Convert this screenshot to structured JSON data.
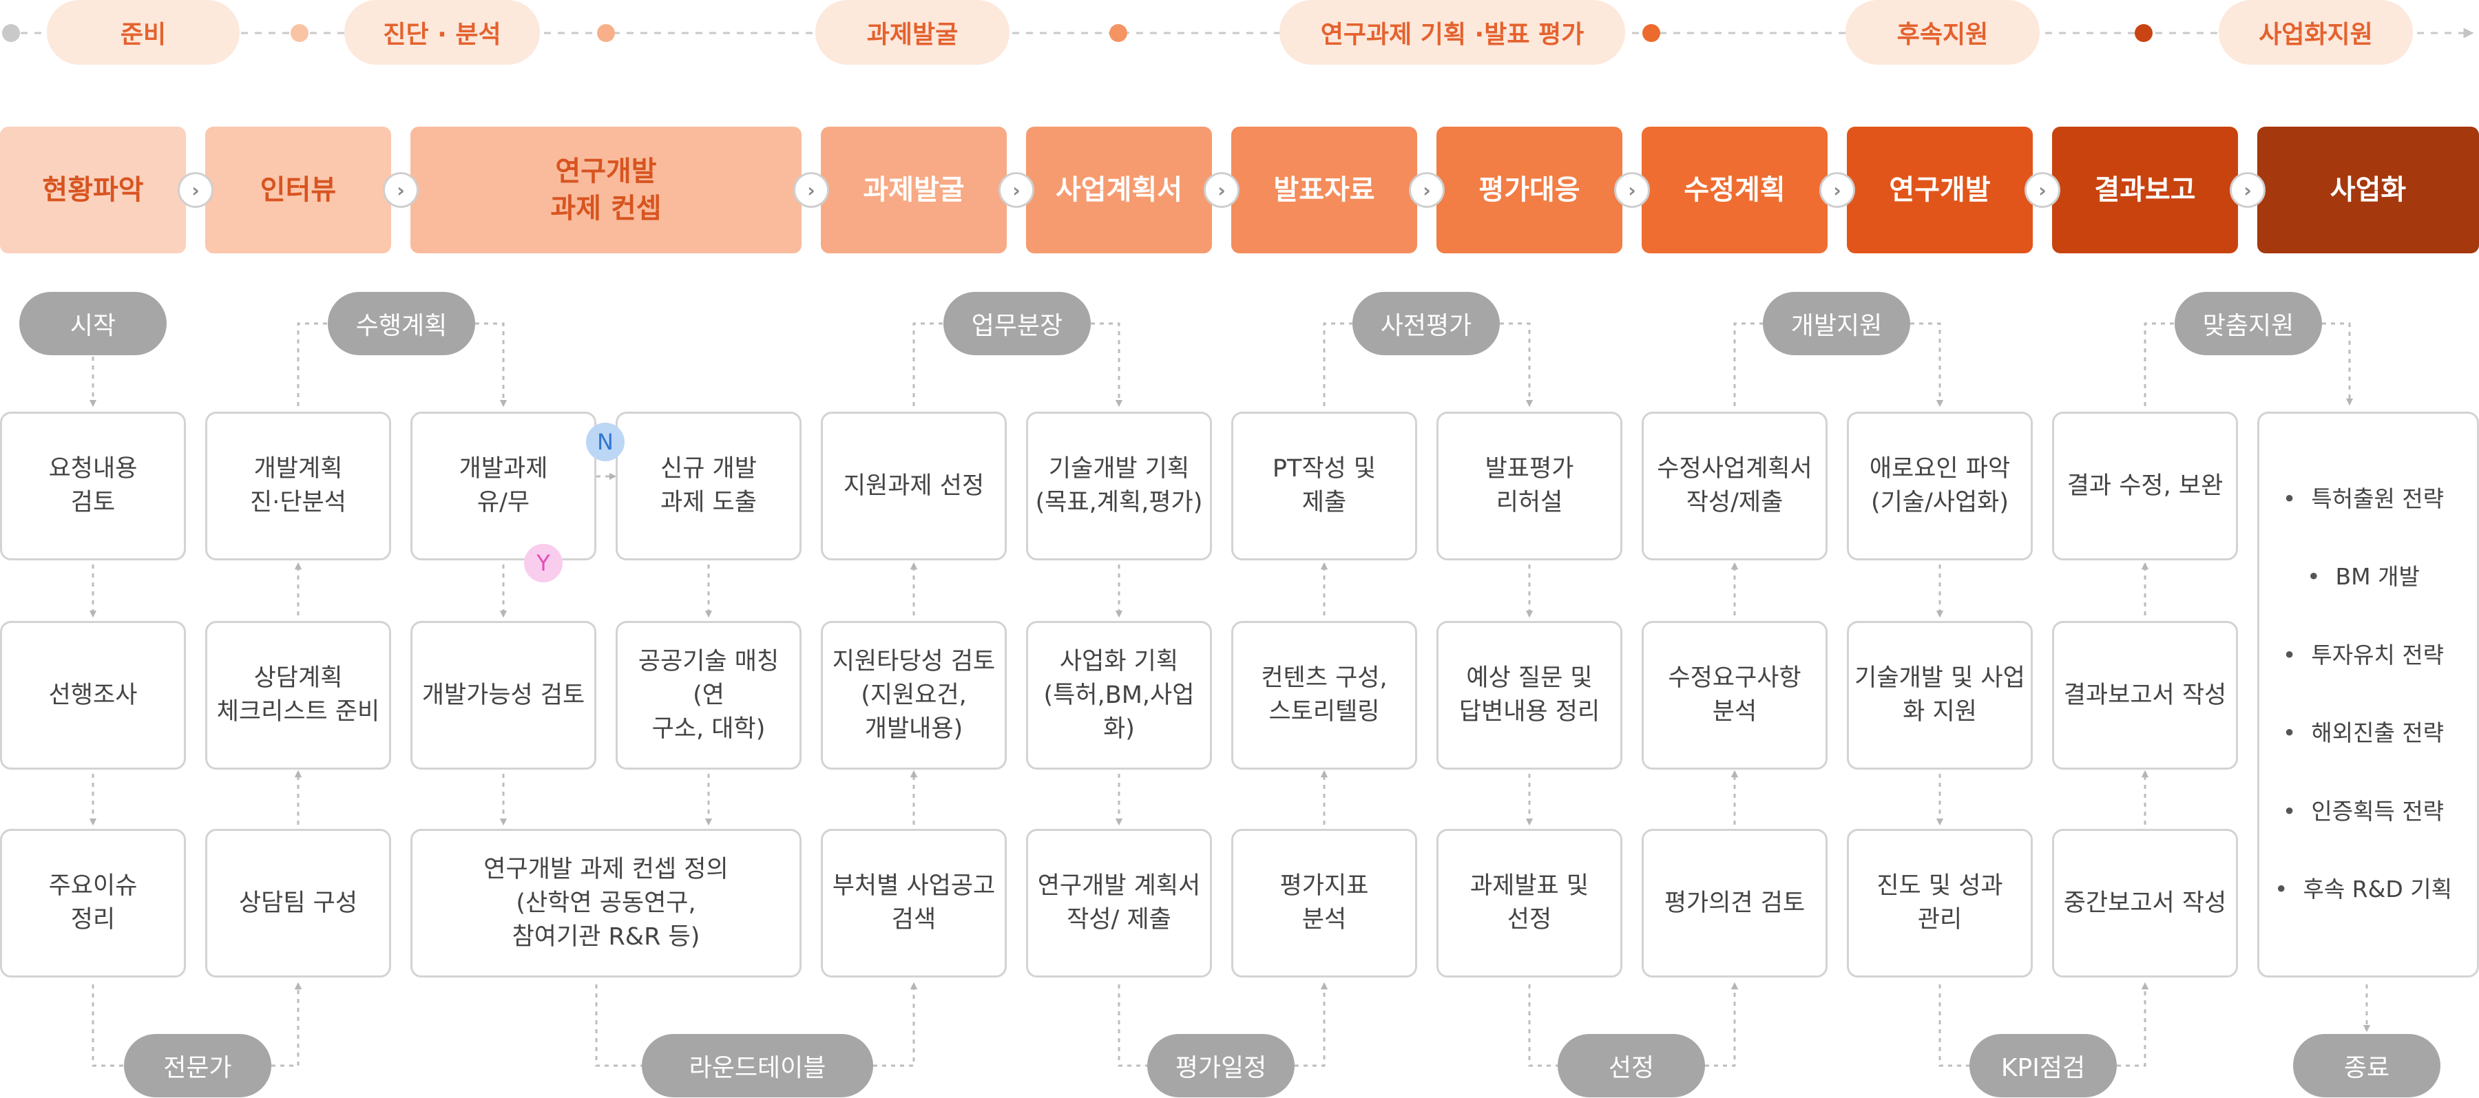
{
  "colors": {
    "phase_pill_bg": "#fde8dc",
    "phase_pill_text": "#e4622e",
    "gray_pill": "#a6a6a6",
    "box_border": "#d3d3d3",
    "connector": "#bdbdbd"
  },
  "phases": [
    "준비",
    "진단 · 분석",
    "과제발굴",
    "연구과제 기획 ·발표 평가",
    "후속지원",
    "사업화지원"
  ],
  "stages": [
    {
      "label": "현황파악",
      "bg": "#fbd2bd",
      "fg": "#d85420"
    },
    {
      "label": "인터뷰",
      "bg": "#fbc7ad",
      "fg": "#d85420"
    },
    {
      "label": "연구개발\n과제 컨셉",
      "bg": "#f9bb9c",
      "fg": "#d85420"
    },
    {
      "label": "과제발굴",
      "bg": "#f7aa85",
      "fg": "#ffffff"
    },
    {
      "label": "사업계획서",
      "bg": "#f69b70",
      "fg": "#ffffff"
    },
    {
      "label": "발표자료",
      "bg": "#f48c5b",
      "fg": "#ffffff"
    },
    {
      "label": "평가대응",
      "bg": "#f27d45",
      "fg": "#ffffff"
    },
    {
      "label": "수정계획",
      "bg": "#ef6d31",
      "fg": "#ffffff"
    },
    {
      "label": "연구개발",
      "bg": "#e2551a",
      "fg": "#ffffff"
    },
    {
      "label": "결과보고",
      "bg": "#c9430f",
      "fg": "#ffffff"
    },
    {
      "label": "사업화",
      "bg": "#a6380d",
      "fg": "#ffffff"
    }
  ],
  "top_pills": [
    "시작",
    "수행계획",
    "업무분장",
    "사전평가",
    "개발지원",
    "맞춤지원"
  ],
  "bottom_pills": [
    "전문가",
    "라운드테이블",
    "평가일정",
    "선정",
    "KPI점검",
    "종료"
  ],
  "boxes": {
    "c1": [
      "요청내용\n검토",
      "선행조사",
      "주요이슈\n정리"
    ],
    "c2": [
      "개발계획\n진·단분석",
      "상담계획\n체크리스트 준비",
      "상담팀 구성"
    ],
    "c3": [
      "개발과제\n유/무",
      "개발가능성 검토"
    ],
    "c4": [
      "신규 개발\n과제 도출",
      "공공기술 매칭 (연\n구소, 대학)"
    ],
    "c34_bottom": "연구개발 과제 컨셉 정의\n(산학연 공동연구,\n참여기관 R&R 등)",
    "c5": [
      "지원과제 선정",
      "지원타당성 검토\n(지원요건,\n개발내용)",
      "부처별 사업공고\n검색"
    ],
    "c6": [
      "기술개발 기획\n(목표,계획,평가)",
      "사업화 기획\n(특허,BM,사업화)",
      "연구개발 계획서\n작성/ 제출"
    ],
    "c7": [
      "PT작성 및\n제출",
      "컨텐츠 구성,\n스토리텔링",
      "평가지표\n분석"
    ],
    "c8": [
      "발표평가\n리허설",
      "예상 질문 및\n답변내용 정리",
      "과제발표 및\n선정"
    ],
    "c9": [
      "수정사업계획서\n작성/제출",
      "수정요구사항\n분석",
      "평가의견 검토"
    ],
    "c10": [
      "애로요인 파악\n(기술/사업화)",
      "기술개발 및 사업\n화 지원",
      "진도 및 성과\n관리"
    ],
    "c11": [
      "결과 수정, 보완",
      "결과보고서 작성",
      "중간보고서 작성"
    ]
  },
  "final_items": [
    "특허출원 전략",
    "BM 개발",
    "투자유치 전략",
    "해외진출 전략",
    "인증획득 전략",
    "후속 R&D 기획"
  ],
  "badges": {
    "n": "N",
    "y": "Y"
  }
}
